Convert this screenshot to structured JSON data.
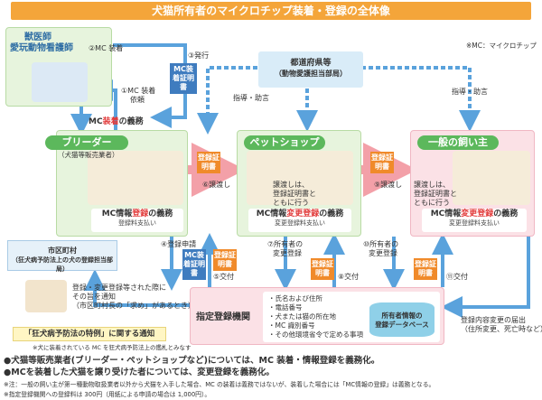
{
  "title": "犬猫所有者のマイクロチップ装着・登録の全体像",
  "legend_mc": "※MC：マイクロチップ",
  "vet": {
    "line1": "獣医師",
    "line2": "愛玩動物看護師"
  },
  "prefecture": {
    "line1": "都道府県等",
    "line2": "（動物愛護担当部局）"
  },
  "city": {
    "line1": "市区町村",
    "line2": "（狂犬病予防法上の犬の登録担当部局）"
  },
  "breeder": {
    "label": "ブリーダー",
    "sub": "（犬猫等販売業者）",
    "mc_duty": "MC装着の義務",
    "duty_pre": "MC情報",
    "duty_red": "登録",
    "duty_post": "の義務",
    "fee": "登録料支払い"
  },
  "petshop": {
    "label": "ペットショップ",
    "duty_pre": "MC情報",
    "duty_red": "変更登録",
    "duty_post": "の義務",
    "fee": "変更登録料支払い"
  },
  "owner": {
    "label": "一般の飼い主",
    "duty_pre": "MC情報",
    "duty_red": "変更登録",
    "duty_post": "の義務",
    "fee": "変更登録料支払い"
  },
  "steps": {
    "s1": "①MC 装着",
    "s1b": "依頼",
    "s2": "②MC 装着",
    "s3": "③発行",
    "s4": "④登録申請",
    "s5": "⑤交付",
    "s6": "⑥譲渡し",
    "s7": "⑦所有者の",
    "s7b": "変更登録",
    "s8": "⑧交付",
    "s9": "⑨譲渡し",
    "s10": "⑩所有者の",
    "s10b": "変更登録",
    "s11": "⑪交付"
  },
  "tags": {
    "blue1": "MC装着証明書",
    "blue2": "MC装着証明書",
    "orange1": "登録証明書",
    "orange2": "登録証明書",
    "orange3": "登録証明書",
    "orange4": "登録証明書",
    "orange5": "登録証明書"
  },
  "guidance": "指導・助言",
  "transfer_note": {
    "l1": "譲渡しは、",
    "l2": "登録証明書と",
    "l3": "ともに行う"
  },
  "agency": {
    "label": "指定登録機関",
    "items": [
      "・氏名および住所",
      "・電話番号",
      "・犬または猫の所在地",
      "・MC 識別番号",
      "・その他環境省令で定める事項"
    ],
    "db_l1": "所有者情報の",
    "db_l2": "登録データベース"
  },
  "city_notice": {
    "l1": "登録・変更登録等された際に",
    "l2": "その旨を通知",
    "l3": "（市区町村長の「求め」があるとき）"
  },
  "address_change": {
    "l1": "登録内容変更の届出",
    "l2": "（住所変更、死亡時など）"
  },
  "special": {
    "label": "「狂犬病予防法の特例」に関する通知",
    "note": "※犬に装着されている MC を狂犬病予防法上の鑑札とみなす"
  },
  "bullets": [
    "●犬猫等販売業者(ブリーダー・ペットショップなど)については、MC 装着・情報登録を義務化。",
    "●MCを装着した犬猫を譲り受けた者については、変更登録を義務化。"
  ],
  "notes": [
    "※注：一般の飼い主が第一種動物取扱業者以外から犬猫を入手した場合、MC の装着は義務ではないが、装着した場合には「MC情報の登録」は義務となる。",
    "※指定登録機関への登録料は 300円（用紙による申請の場合は 1,000円）。"
  ],
  "colors": {
    "title": "#f4a53a",
    "green": "#5cb85c",
    "blue": "#3f7cbf",
    "orange": "#f08a2a",
    "arrow": "#5aa2dc",
    "pink_arrow": "#f3a0a8"
  }
}
